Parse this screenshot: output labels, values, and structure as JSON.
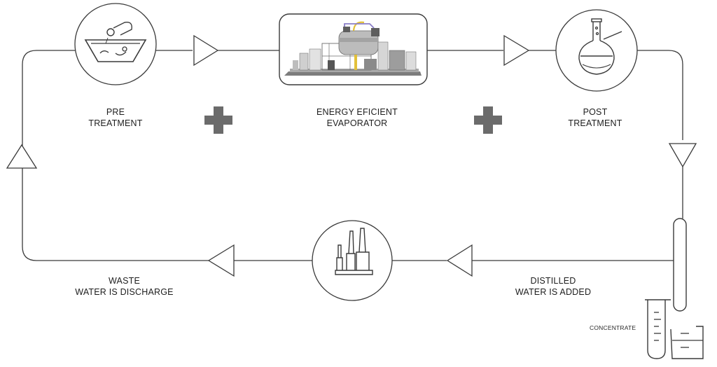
{
  "stages": {
    "pre_treatment": {
      "line1": "PRE",
      "line2": "TREATMENT",
      "icon": "wash-basin-icon"
    },
    "evaporator": {
      "line1": "ENERGY EFICIENT",
      "line2": "EVAPORATOR",
      "icon": "evaporator-machine-image"
    },
    "post_treatment": {
      "line1": "POST",
      "line2": "TREATMENT",
      "icon": "flask-icon"
    },
    "distilled": {
      "line1": "DISTILLED",
      "line2": "WATER IS ADDED",
      "icon": "factory-icon"
    },
    "waste": {
      "line1": "WASTE",
      "line2": "WATER IS DISCHARGE"
    },
    "concentrate": {
      "label": "CONCENTRATE",
      "icon": "test-tube-beaker-icon"
    }
  },
  "colors": {
    "line": "#3a3a3a",
    "plus": "#6b6b6b",
    "evaporator_accent": "#e2c03a",
    "evaporator_pipe": "#8a7ec8"
  }
}
